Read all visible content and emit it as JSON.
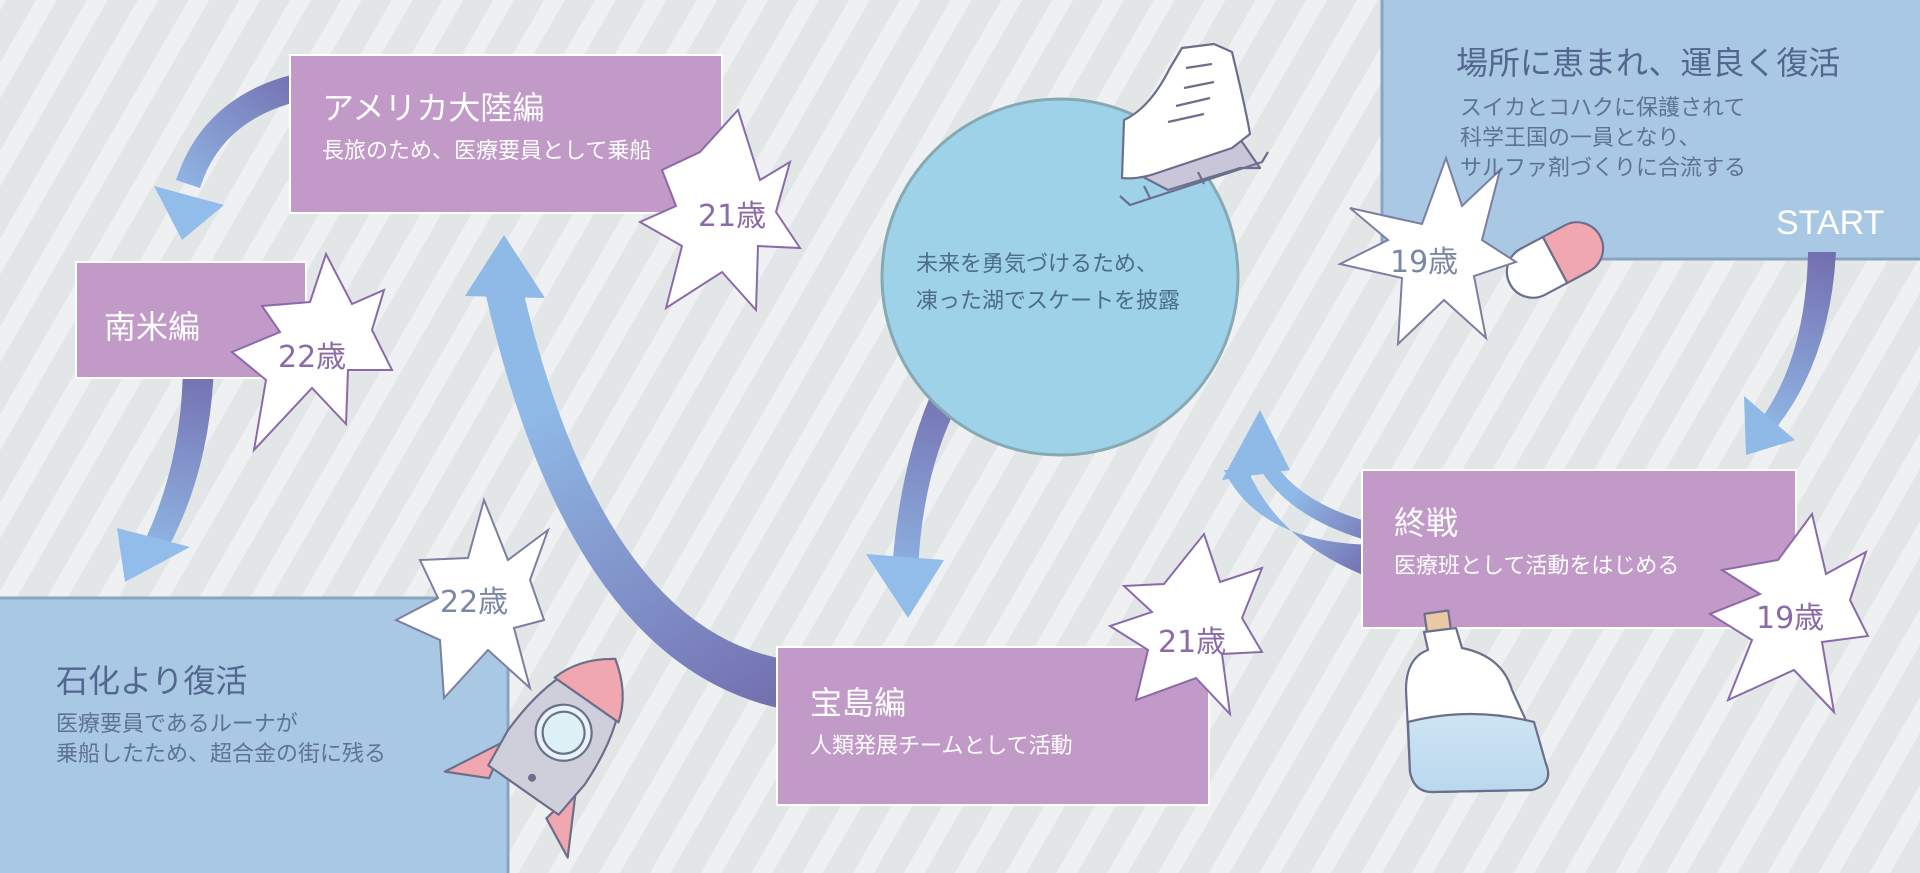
{
  "start_label": "START",
  "nodes": {
    "revival": {
      "title": "場所に恵まれ、運良く復活",
      "lines": [
        "スイカとコハクに保護されて",
        "科学王国の一員となり、",
        "サルファ剤づくりに合流する"
      ]
    },
    "end_of_war": {
      "title": "終戦",
      "subtitle": "医療班として活動をはじめる"
    },
    "skating": {
      "lines": [
        "未来を勇気づけるため、",
        "凍った湖でスケートを披露"
      ]
    },
    "treasure_island": {
      "title": "宝島編",
      "subtitle": "人類発展チームとして活動"
    },
    "america": {
      "title": "アメリカ大陸編",
      "subtitle": "長旅のため、医療要員として乗船"
    },
    "south_america": {
      "title": "南米編"
    },
    "petrified": {
      "title": "石化より復活",
      "lines": [
        "医療要員であるルーナが",
        "乗船したため、超合金の街に残る"
      ]
    }
  },
  "ages": {
    "revival": "19歳",
    "end_of_war": "19歳",
    "treasure_island": "21歳",
    "america": "21歳",
    "south_america": "22歳",
    "petrified": "22歳"
  },
  "icons": {
    "skate": "ice-skate-icon",
    "capsule": "capsule-pill-icon",
    "bottle": "medicine-bottle-icon",
    "rocket": "rocket-icon"
  },
  "colors": {
    "purple_box": "#c19ac8",
    "blue_panel": "#a9c8e3",
    "circle": "#9dd2e8",
    "arrow_dark": "#7470b0",
    "arrow_light": "#8fb9e6",
    "age_text": "#8a6aa8"
  }
}
